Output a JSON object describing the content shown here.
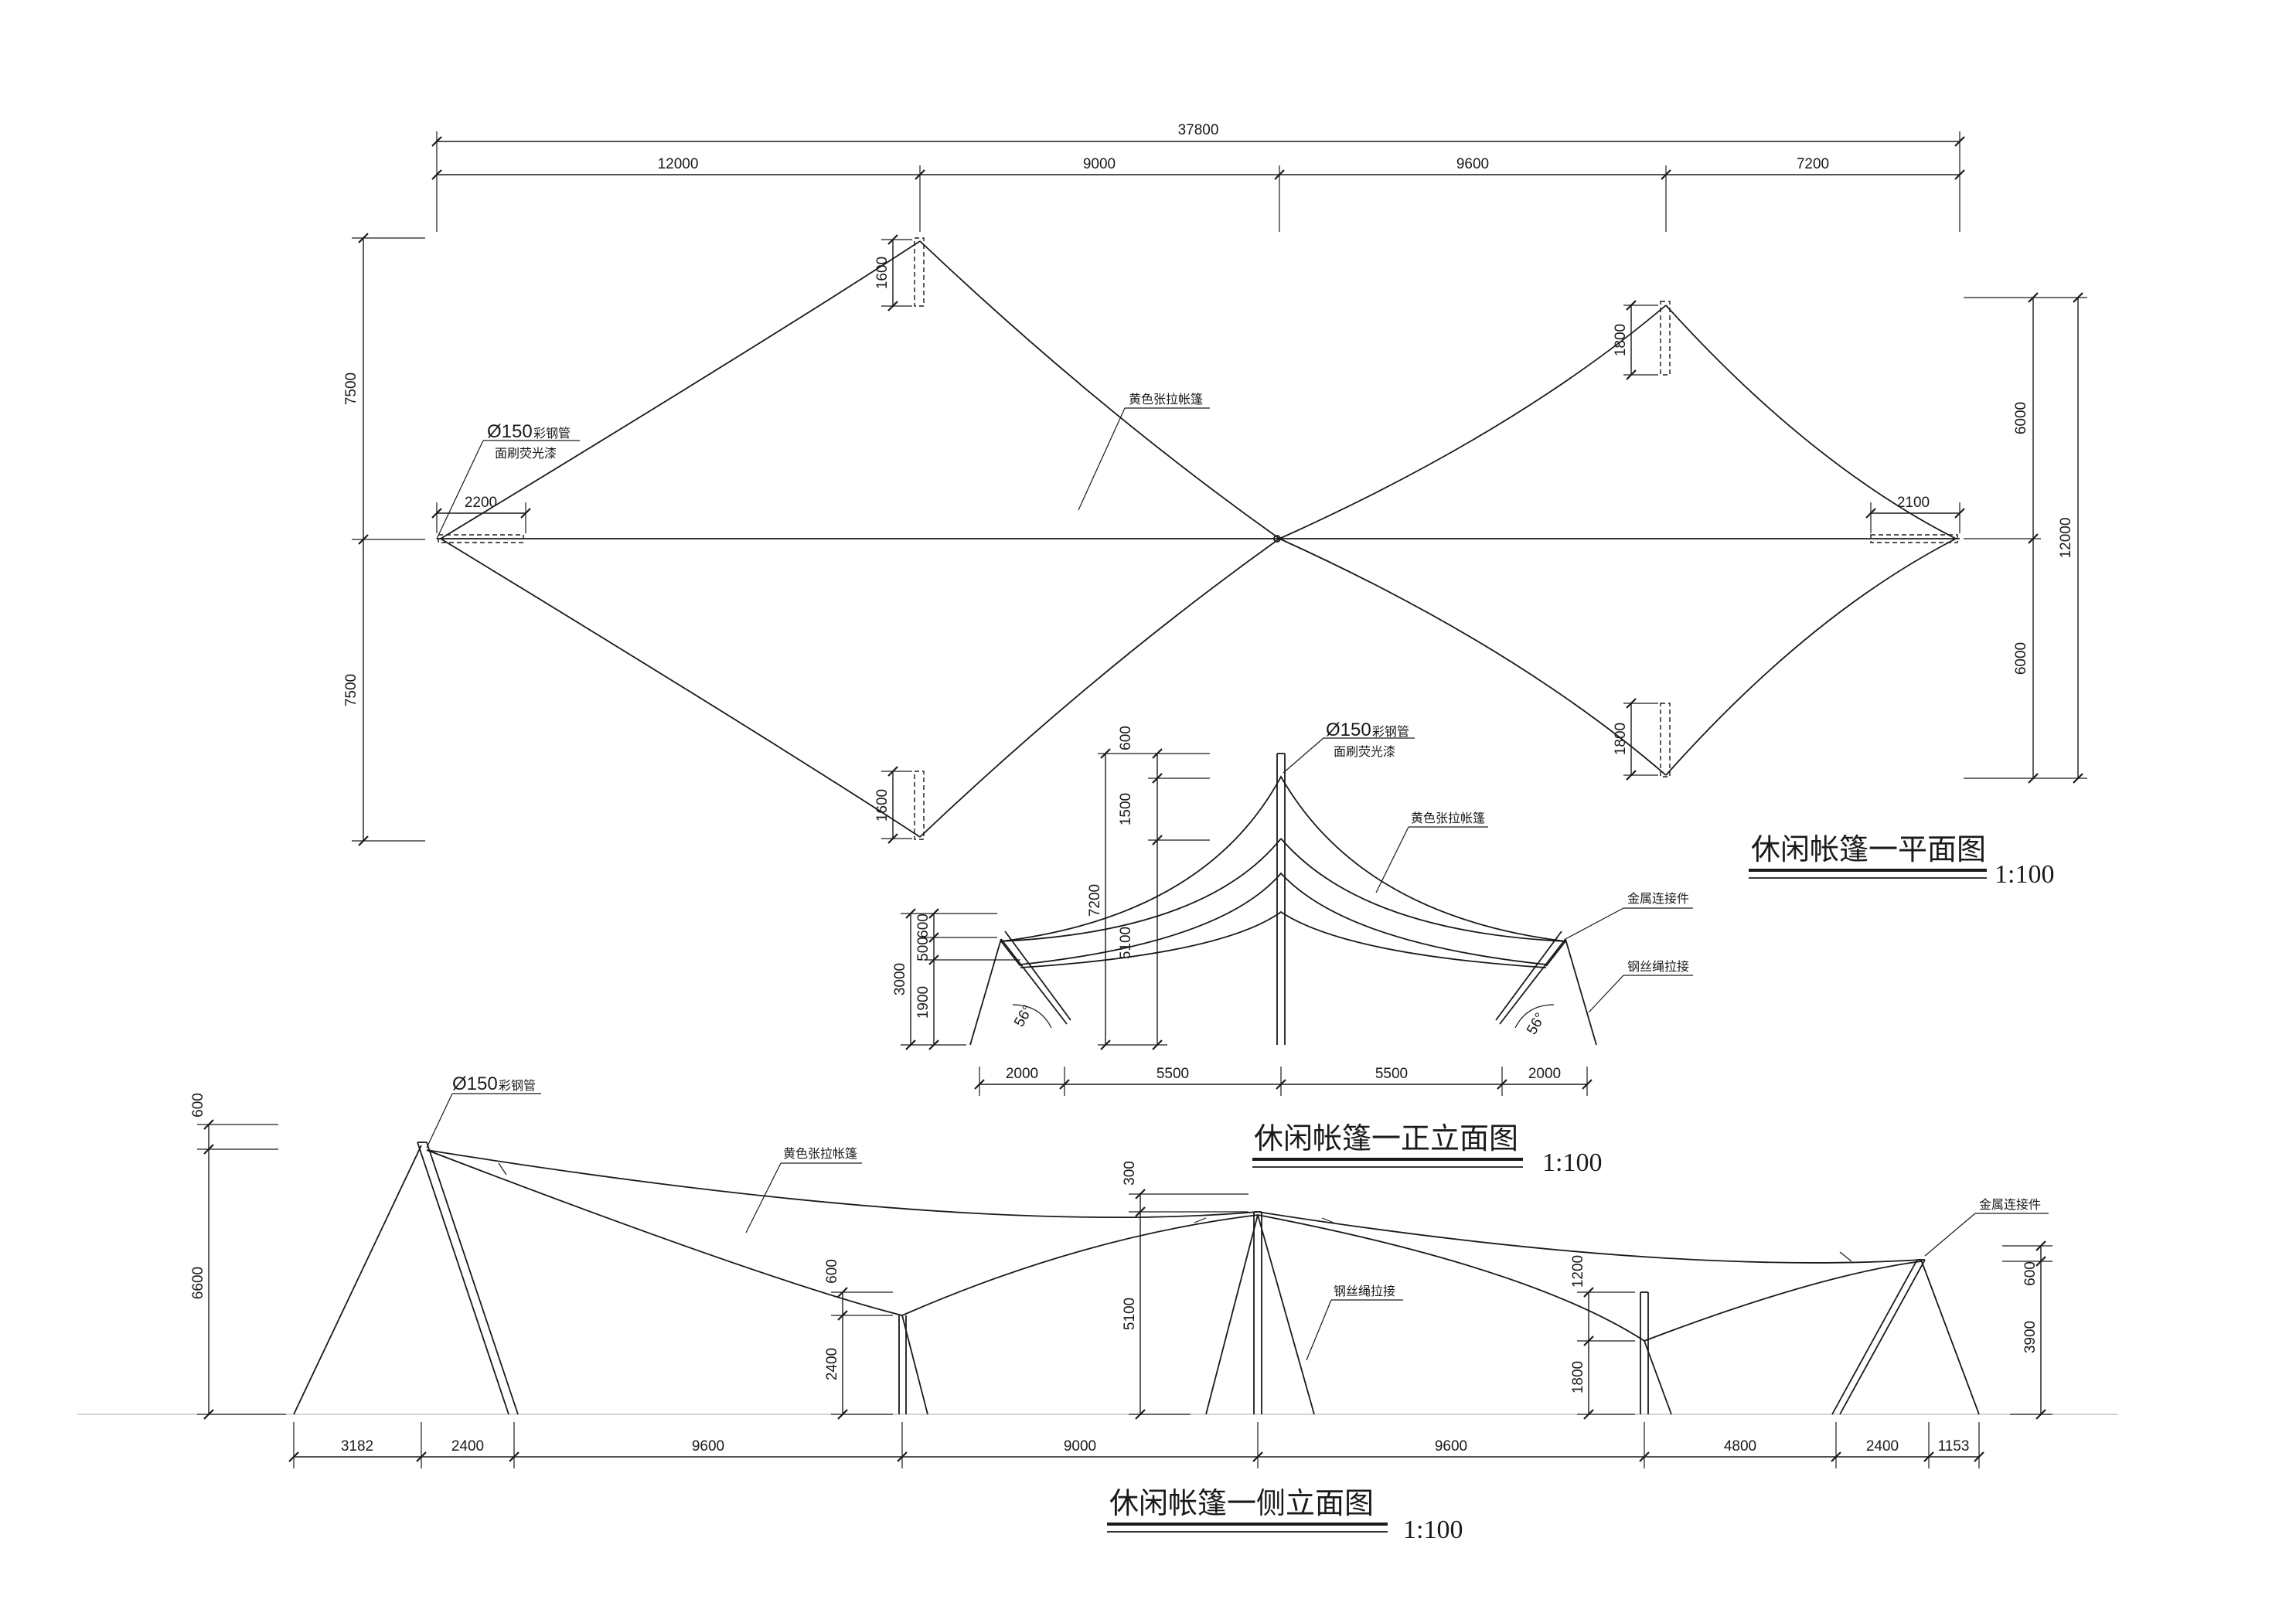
{
  "plan": {
    "title": "休闲帐篷一平面图",
    "scale": "1:100",
    "top_total": "37800",
    "top_segments": [
      "12000",
      "9000",
      "9600",
      "7200"
    ],
    "left_upper": "7500",
    "left_lower": "7500",
    "right_upper": "6000",
    "right_lower": "6000",
    "right_total": "12000",
    "pipe_label": "Ø150",
    "pipe_suffix": "彩钢管",
    "paint_note": "面刷荧光漆",
    "fabric_note": "黄色张拉帐篷",
    "left_offset": "2200",
    "right_offset": "2100",
    "post_dim_upper_left": "1600",
    "post_dim_lower_left": "1600",
    "post_dim_upper_right": "1800",
    "post_dim_lower_right": "1800"
  },
  "front": {
    "title": "休闲帐篷一正立面图",
    "scale": "1:100",
    "pipe_label": "Ø150",
    "pipe_suffix": "彩钢管",
    "paint_note": "面刷荧光漆",
    "fabric_note": "黄色张拉帐篷",
    "connector_note": "金属连接件",
    "cable_note": "钢丝绳拉接",
    "h_600": "600",
    "h_1500": "1500",
    "h_7200": "7200",
    "h_5100": "5100",
    "l_600": "600",
    "l_500": "500",
    "l_1900": "1900",
    "l_3000": "3000",
    "angle_left": "56°",
    "angle_right": "56°",
    "bottom_dims": [
      "2000",
      "5500",
      "5500",
      "2000"
    ]
  },
  "side": {
    "title": "休闲帐篷一侧立面图",
    "scale": "1:100",
    "pipe_label": "Ø150",
    "pipe_suffix": "彩钢管",
    "fabric_note": "黄色张拉帐篷",
    "connector_note": "金属连接件",
    "cable_note": "钢丝绳拉接",
    "h_600_left": "600",
    "h_6600": "6600",
    "h_600_post": "600",
    "h_2400": "2400",
    "h_300": "300",
    "h_5100": "5100",
    "h_1200": "1200",
    "h_1800": "1800",
    "h_600_right": "600",
    "h_3900": "3900",
    "bottom_dims": [
      "3182",
      "2400",
      "9600",
      "9000",
      "9600",
      "4800",
      "2400",
      "1153"
    ]
  }
}
